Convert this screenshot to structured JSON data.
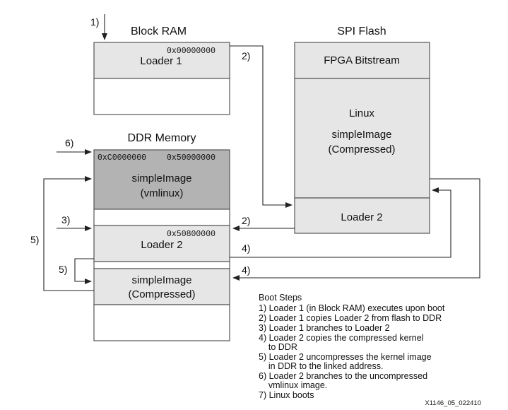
{
  "colors": {
    "light_fill": "#e6e6e6",
    "dark_fill": "#b3b3b3",
    "white_fill": "#ffffff",
    "line": "#222222"
  },
  "block_ram": {
    "title": "Block RAM",
    "address": "0x00000000",
    "loader_label": "Loader 1"
  },
  "spi_flash": {
    "title": "SPI Flash",
    "bitstream_label": "FPGA Bitstream",
    "linux_label": "Linux",
    "simpleimage_label": "simpleImage",
    "compressed_label": "(Compressed)",
    "loader_label": "Loader 2"
  },
  "ddr": {
    "title": "DDR Memory",
    "address_left": "0xC0000000",
    "address_right": "0x50000000",
    "vm_label_1": "simpleImage",
    "vm_label_2": "(vmlinux)",
    "loader_address": "0x50800000",
    "loader_label": "Loader 2",
    "compressed_label_1": "simpleImage",
    "compressed_label_2": "(Compressed)"
  },
  "steps": {
    "s1": "1)",
    "s2a": "2)",
    "s2b": "2)",
    "s3": "3)",
    "s4a": "4)",
    "s4b": "4)",
    "s5a": "5)",
    "s5b": "5)",
    "s6": "6)"
  },
  "boot_steps": {
    "title": "Boot Steps",
    "lines": [
      "1) Loader 1 (in Block RAM) executes upon boot",
      "2) Loader 1 copies Loader 2 from flash to DDR",
      "3) Loader 1 branches to Loader 2",
      "4) Loader 2 copies the compressed kernel",
      "    to DDR",
      "5) Loader 2 uncompresses the kernel image",
      "    in DDR to the linked address.",
      "6) Loader 2 branches to the uncompressed",
      "    vmlinux image.",
      "7) Linux boots"
    ]
  },
  "figure_id": "X1146_05_022410"
}
